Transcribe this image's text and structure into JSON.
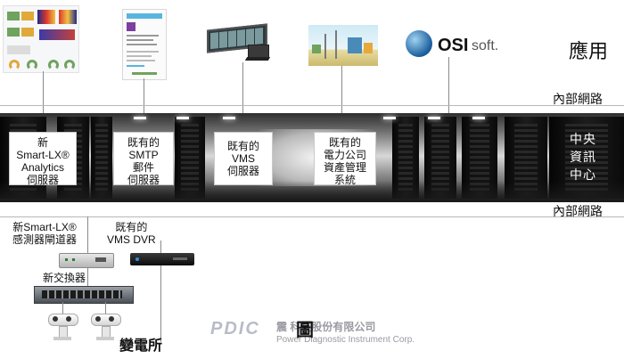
{
  "layers": {
    "application": "應用",
    "internal_network_top": "內部網路",
    "internal_network_bottom": "內部網路",
    "data_center": "中央\n資訊\n中心"
  },
  "servers": [
    {
      "lines": [
        "新",
        "Smart-LX®",
        "Analytics",
        "伺服器"
      ]
    },
    {
      "lines": [
        "既有的",
        "SMTP",
        "郵件",
        "伺服器"
      ]
    },
    {
      "lines": [
        "既有的",
        "VMS",
        "伺服器"
      ]
    },
    {
      "lines": [
        "既有的",
        "電力公司",
        "資產管理",
        "系統"
      ]
    }
  ],
  "osisoft_logo": {
    "brand": "OSI",
    "suffix": "soft."
  },
  "gateway_label": [
    "新Smart-LX®",
    "感測器閘道器"
  ],
  "dvr_label": [
    "既有的",
    "VMS DVR"
  ],
  "switch_label": "新交換器",
  "substation_label": "變電所",
  "watermark": {
    "brand": "PDIC",
    "company_cn": "震  科技股份有限公司",
    "company_en": "Power Diagnostic Instrument Corp.",
    "figure": "圖"
  },
  "colors": {
    "line": "#8a8a8a",
    "box_border": "#c9c9c9",
    "watermark": "#b8bcc8"
  }
}
